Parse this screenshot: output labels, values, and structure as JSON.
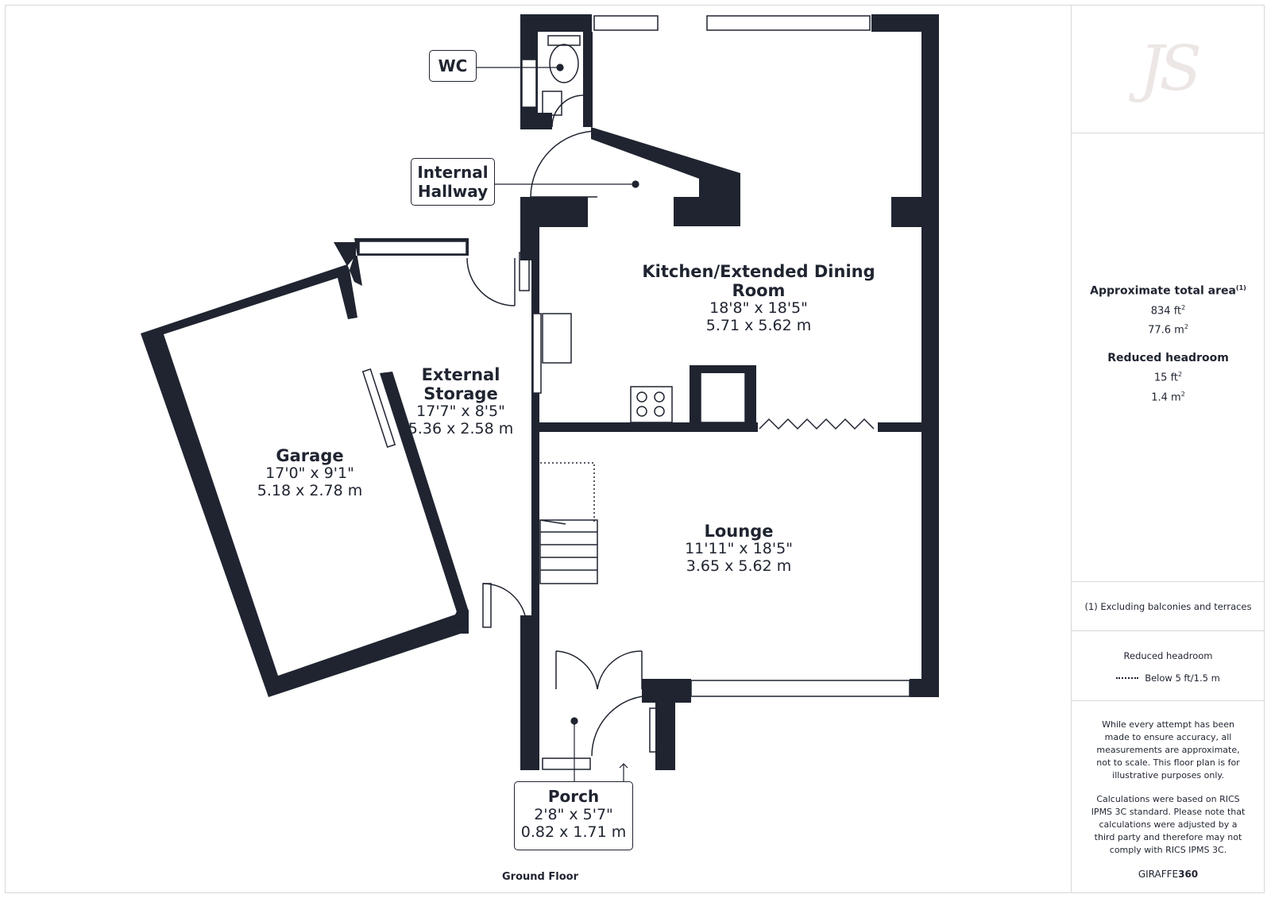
{
  "plan": {
    "floor_name": "Ground Floor",
    "rooms": {
      "kitchen": {
        "name": "Kitchen/Extended Dining Room",
        "dim_imperial": "18'8\" x 18'5\"",
        "dim_metric": "5.71 x 5.62 m"
      },
      "lounge": {
        "name": "Lounge",
        "dim_imperial": "11'11\" x 18'5\"",
        "dim_metric": "3.65 x 5.62 m"
      },
      "garage": {
        "name": "Garage",
        "dim_imperial": "17'0\" x 9'1\"",
        "dim_metric": "5.18 x 2.78 m"
      },
      "storage": {
        "name_line1": "External",
        "name_line2": "Storage",
        "dim_imperial": "17'7\" x 8'5\"",
        "dim_metric": "5.36 x 2.58 m"
      },
      "porch": {
        "name": "Porch",
        "dim_imperial": "2'8\" x 5'7\"",
        "dim_metric": "0.82 x 1.71 m"
      },
      "wc": {
        "name": "WC"
      },
      "hallway": {
        "name_line1": "Internal",
        "name_line2": "Hallway"
      }
    },
    "colors": {
      "wall": "#1f2430",
      "line": "#1f2430",
      "logo": "#ece6e4"
    }
  },
  "sidebar": {
    "logo_text": "JS",
    "total_area_title": "Approximate total area",
    "total_area_note_ref": "(1)",
    "total_area_ft_value": "834 ft",
    "total_area_m_value": "77.6 m",
    "reduced_title": "Reduced headroom",
    "reduced_ft_value": "15 ft",
    "reduced_m_value": "1.4 m",
    "superscript": "2",
    "footnote": "(1) Excluding balconies and terraces",
    "legend_title": "Reduced headroom",
    "legend_item": "Below 5 ft/1.5 m",
    "disclaimer_1": "While every attempt has been made to ensure accuracy, all measurements are approximate, not to scale. This floor plan is for illustrative purposes only.",
    "disclaimer_2": "Calculations were based on RICS IPMS 3C standard. Please note that calculations were adjusted by a third party and therefore may not comply with RICS IPMS 3C.",
    "brand_a": "GIRAFFE",
    "brand_b": "360"
  }
}
